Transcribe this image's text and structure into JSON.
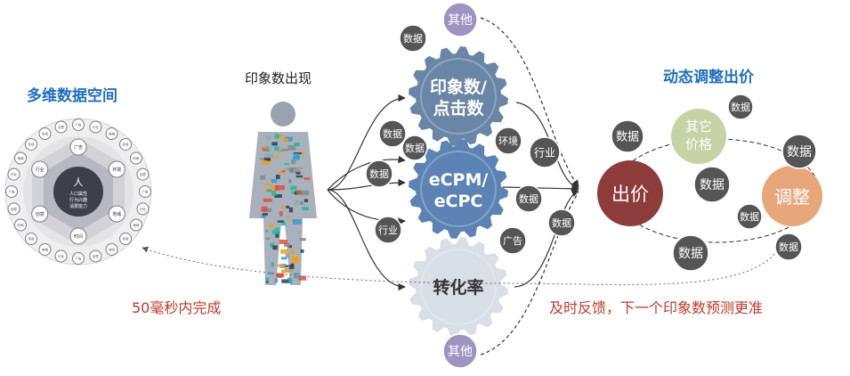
{
  "left": {
    "title": "多维数据空间",
    "center_label": "人",
    "center_sub": [
      "人口属性",
      "行为兴趣",
      "消费能力"
    ],
    "ring_labels": [
      "广告",
      "环境",
      "地域",
      "时间",
      "创意",
      "行业"
    ],
    "outer_labels": [
      "广告",
      "行业",
      "地域",
      "环境",
      "时间",
      "创意"
    ]
  },
  "person": {
    "title": "印象数出现"
  },
  "gears": [
    {
      "label_lines": [
        "印象数/",
        "点击数"
      ],
      "color": "#6a86a7"
    },
    {
      "label_lines": [
        "eCPM/",
        "eCPC"
      ],
      "color": "#5c83b4"
    },
    {
      "label_lines": [
        "转化率"
      ],
      "color": "#d9dfe6"
    }
  ],
  "gear_badges": {
    "other_top": "其他",
    "other_bottom": "其他",
    "data": "数据",
    "env": "环境",
    "industry": "行业",
    "ad": "广告"
  },
  "right": {
    "title": "动态调整出价",
    "bid": "出价",
    "other_price": [
      "其它",
      "价格"
    ],
    "adjust": "调整",
    "data": "数据"
  },
  "bottom": {
    "left_note": "50毫秒内完成",
    "right_note": "及时反馈，下一个印象数预测更准"
  },
  "colors": {
    "blue_title": "#1f6fbf",
    "red_note": "#c0392b",
    "bid_red": "#8e3b3b",
    "other_price_green": "#c5d3a6",
    "adjust_orange": "#e8a77b",
    "data_gray": "#555555",
    "other_purple": "#9f93c0"
  }
}
